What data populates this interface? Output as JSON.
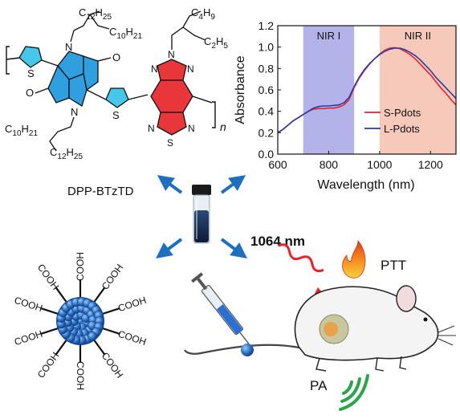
{
  "molecule": {
    "name": "DPP-BTzTD",
    "substituents": {
      "top_left": {
        "main": "C",
        "main_sub": "12",
        "main_tail": "H",
        "main_tail_sub": "25",
        "second": "C",
        "second_sub": "10",
        "second_tail": "H",
        "second_tail_sub": "21"
      },
      "bottom_left": {
        "main": "C",
        "main_sub": "10",
        "main_tail": "H",
        "main_tail_sub": "21",
        "second": "C",
        "second_sub": "12",
        "second_tail": "H",
        "second_tail_sub": "25"
      },
      "top_right": {
        "main": "C",
        "main_sub": "4",
        "main_tail": "H",
        "main_tail_sub": "9",
        "second": "C",
        "second_sub": "2",
        "second_tail": "H",
        "second_tail_sub": "5"
      }
    },
    "atoms": {
      "N": "N",
      "O": "O",
      "S": "S"
    },
    "repeat": "n",
    "colors": {
      "dpp": "#2f9fe0",
      "thiophene": "#46c8ea",
      "btztd": "#e8363a"
    }
  },
  "chart_data": {
    "type": "line",
    "xlabel": "Wavelength (nm)",
    "ylabel": "Absorbance",
    "xlim": [
      600,
      1300
    ],
    "ylim": [
      0,
      1.2
    ],
    "xticks": [
      600,
      800,
      1000,
      1200
    ],
    "yticks": [
      0,
      0.2,
      0.4,
      0.6,
      0.8,
      1.0,
      1.2
    ],
    "regions": [
      {
        "label": "NIR I",
        "range": [
          700,
          900
        ],
        "color": "#b3b3ea"
      },
      {
        "label": "NIR II",
        "range": [
          1000,
          1300
        ],
        "color": "#f6c9ba"
      }
    ],
    "legend_position": "lower-right",
    "series": [
      {
        "name": "S-Pdots",
        "color": "#e8222a",
        "x": [
          600,
          620,
          640,
          660,
          680,
          700,
          720,
          740,
          760,
          780,
          800,
          820,
          840,
          860,
          880,
          900,
          920,
          940,
          960,
          980,
          1000,
          1020,
          1040,
          1060,
          1080,
          1100,
          1120,
          1140,
          1160,
          1180,
          1200,
          1220,
          1240,
          1260,
          1280,
          1300
        ],
        "y": [
          0.2,
          0.23,
          0.27,
          0.31,
          0.34,
          0.37,
          0.4,
          0.42,
          0.425,
          0.425,
          0.43,
          0.43,
          0.44,
          0.46,
          0.51,
          0.62,
          0.71,
          0.78,
          0.84,
          0.89,
          0.935,
          0.97,
          0.99,
          0.995,
          0.985,
          0.96,
          0.93,
          0.89,
          0.84,
          0.79,
          0.74,
          0.68,
          0.62,
          0.57,
          0.51,
          0.46
        ]
      },
      {
        "name": "L-Pdots",
        "color": "#2b3aa6",
        "x": [
          600,
          620,
          640,
          660,
          680,
          700,
          720,
          740,
          760,
          780,
          800,
          820,
          840,
          860,
          880,
          900,
          920,
          940,
          960,
          980,
          1000,
          1020,
          1040,
          1060,
          1080,
          1100,
          1120,
          1140,
          1160,
          1180,
          1200,
          1220,
          1240,
          1260,
          1280,
          1300
        ],
        "y": [
          0.2,
          0.23,
          0.27,
          0.31,
          0.34,
          0.37,
          0.4,
          0.43,
          0.445,
          0.45,
          0.45,
          0.455,
          0.46,
          0.48,
          0.53,
          0.63,
          0.72,
          0.79,
          0.845,
          0.89,
          0.93,
          0.96,
          0.98,
          0.99,
          0.99,
          0.975,
          0.95,
          0.92,
          0.88,
          0.83,
          0.78,
          0.72,
          0.67,
          0.62,
          0.57,
          0.52
        ]
      }
    ]
  },
  "nanoparticle": {
    "groups": [
      "COOH",
      "COOH",
      "COOH",
      "COOH",
      "COOH",
      "COOH",
      "COOH",
      "COOH",
      "COOH",
      "COOH"
    ]
  },
  "therapy": {
    "laser": "1064 nm",
    "ptt": "PTT",
    "pa": "PA"
  }
}
